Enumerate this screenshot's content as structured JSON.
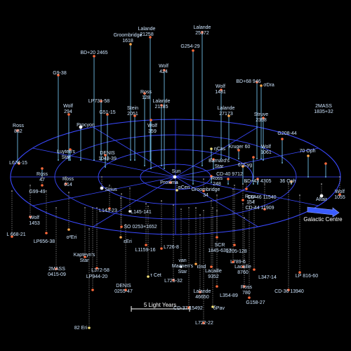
{
  "colors": {
    "background": "#000000",
    "grid": "#3a49ff",
    "stem_above": "#7fd3ff",
    "stem_below": "#9a9a9a",
    "label": "#cfe6ff",
    "star_g": "#f2e07a",
    "star_m": "#ff6a3a",
    "star_k": "#ffa84a",
    "star_a": "#ffffff",
    "galactic_arrow": "#3a5cff"
  },
  "galactic_centre": {
    "label": "Galactic Centre",
    "icon": "arrow-right-icon"
  },
  "scale_bar": {
    "label": "5 Light Years"
  },
  "stars": [
    {
      "id": "sun",
      "name": "Sun",
      "color": "#ffffff"
    },
    {
      "id": "proxima",
      "name": "Proxima",
      "color": "#ff6a3a"
    },
    {
      "id": "acen",
      "name": "αCen",
      "color": "#f2e07a"
    },
    {
      "id": "groombridge34",
      "name": "Groombridge\n34",
      "color": "#ff6a3a"
    },
    {
      "id": "barnard",
      "name": "Barnard's\nStar",
      "color": "#ff6a3a"
    },
    {
      "id": "ross248",
      "name": "Ross\n248",
      "color": "#ff6a3a"
    },
    {
      "id": "cd409712",
      "name": "CD-40 9712",
      "color": "#ff6a3a"
    },
    {
      "id": "bd434305",
      "name": "BD+43 4305",
      "color": "#ff6a3a"
    },
    {
      "id": "ross154",
      "name": "Ross\n154",
      "color": "#ff6a3a"
    },
    {
      "id": "61cyg",
      "name": "61Cyg",
      "color": "#ffa84a"
    },
    {
      "id": "kruger60",
      "name": "Kruger 60",
      "color": "#ff6a3a"
    },
    {
      "id": "wolf1061",
      "name": "Wolf\n1061",
      "color": "#ff6a3a"
    },
    {
      "id": "36oph",
      "name": "36 Oph",
      "color": "#ffa84a"
    },
    {
      "id": "70oph",
      "name": "70 Oph",
      "color": "#ffa84a"
    },
    {
      "id": "altair",
      "name": "Altair",
      "color": "#ffffff"
    },
    {
      "id": "wolf1055",
      "name": "Wolf\n1055",
      "color": "#ff6a3a"
    },
    {
      "id": "g20844",
      "name": "G208-44",
      "color": "#ff6a3a"
    },
    {
      "id": "2mass1835",
      "name": "2MASS\n1835+32",
      "color": "#ff6a3a"
    },
    {
      "id": "struve2398",
      "name": "Struve\n2398",
      "color": "#ff6a3a"
    },
    {
      "id": "lalande27173",
      "name": "Lalande\n27173",
      "color": "#ffa84a"
    },
    {
      "id": "wolf1481",
      "name": "Wolf\n1481",
      "color": "#ff6a3a"
    },
    {
      "id": "bd68946",
      "name": "BD+68 946",
      "color": "#ff6a3a"
    },
    {
      "id": "sdra",
      "name": "σDra",
      "color": "#ffa84a"
    },
    {
      "id": "eta_cas",
      "name": "ηCas",
      "color": "#f2e07a"
    },
    {
      "id": "g25429",
      "name": "G254-29",
      "color": "#ff6a3a"
    },
    {
      "id": "lalande25372",
      "name": "Lalande\n25372",
      "color": "#ff6a3a"
    },
    {
      "id": "lalande21258",
      "name": "Lalande\n21258",
      "color": "#ff6a3a"
    },
    {
      "id": "groombridge1618",
      "name": "Groombridge\n1618",
      "color": "#ffa84a"
    },
    {
      "id": "wolf424",
      "name": "Wolf\n424",
      "color": "#ff6a3a"
    },
    {
      "id": "bd202465",
      "name": "BD+20 2465",
      "color": "#ff6a3a"
    },
    {
      "id": "ross128",
      "name": "Ross\n128",
      "color": "#ff6a3a"
    },
    {
      "id": "lalande21185",
      "name": "Lalande\n21185",
      "color": "#ff6a3a"
    },
    {
      "id": "stein2051",
      "name": "Stein\n2051",
      "color": "#ff6a3a"
    },
    {
      "id": "wolf359",
      "name": "Wolf\n359",
      "color": "#ff6a3a"
    },
    {
      "id": "g938",
      "name": "G9-38",
      "color": "#ff6a3a"
    },
    {
      "id": "lp73158",
      "name": "LP731-58",
      "color": "#ff6a3a"
    },
    {
      "id": "g5115",
      "name": "G51-15",
      "color": "#ff6a3a"
    },
    {
      "id": "wolf294",
      "name": "Wolf\n294",
      "color": "#ff6a3a"
    },
    {
      "id": "ross882",
      "name": "Ross\n882",
      "color": "#ff6a3a"
    },
    {
      "id": "procyon",
      "name": "Procyon",
      "color": "#ffffff"
    },
    {
      "id": "luyten",
      "name": "Luyten's\nStar",
      "color": "#ff6a3a"
    },
    {
      "id": "denis1048",
      "name": "DENIS\n1048-39",
      "color": "#ff6a3a"
    },
    {
      "id": "l67415",
      "name": "L674-15",
      "color": "#ff6a3a"
    },
    {
      "id": "ross47",
      "name": "Ross\n47",
      "color": "#ff6a3a"
    },
    {
      "id": "g9949",
      "name": "G99-49",
      "color": "#ff6a3a"
    },
    {
      "id": "ross614",
      "name": "Ross\n614",
      "color": "#ff6a3a"
    },
    {
      "id": "sirius",
      "name": "Sirius",
      "color": "#ffffff"
    },
    {
      "id": "wolf1453",
      "name": "Wolf\n1453",
      "color": "#ff6a3a"
    },
    {
      "id": "l66021",
      "name": "L 668-21",
      "color": "#ff6a3a"
    },
    {
      "id": "lp65638",
      "name": "LP656-38",
      "color": "#ff6a3a"
    },
    {
      "id": "2mass0415",
      "name": "2MASS\n0415-09",
      "color": "#ff6a3a"
    },
    {
      "id": "o2eri",
      "name": "o²Eri",
      "color": "#ffa84a"
    },
    {
      "id": "kapteyn",
      "name": "Kapteyn's\nStar",
      "color": "#ff6a3a"
    },
    {
      "id": "l37258",
      "name": "L372-58",
      "color": "#ff6a3a"
    },
    {
      "id": "lp94420",
      "name": "LP944-20",
      "color": "#ff6a3a"
    },
    {
      "id": "denis0255",
      "name": "DENIS\n0255-47",
      "color": "#ff6a3a"
    },
    {
      "id": "82eri",
      "name": "82 Eri",
      "color": "#f2e07a"
    },
    {
      "id": "l14323",
      "name": "L143-23",
      "color": "#ff6a3a"
    },
    {
      "id": "l145141",
      "name": "L145-141",
      "color": "#ffffff"
    },
    {
      "id": "so0253",
      "name": "SO 0253+1652",
      "color": "#ff6a3a"
    },
    {
      "id": "eeri",
      "name": "εEri",
      "color": "#ffa84a"
    },
    {
      "id": "l115916",
      "name": "L1159-16",
      "color": "#ff6a3a"
    },
    {
      "id": "tcet",
      "name": "τ Cet",
      "color": "#f2e07a"
    },
    {
      "id": "l7268",
      "name": "L726-8",
      "color": "#ff6a3a"
    },
    {
      "id": "l72532",
      "name": "L725-32",
      "color": "#ff6a3a"
    },
    {
      "id": "vanmaanen",
      "name": "van\nMaanen's\nStar",
      "color": "#ffffff"
    },
    {
      "id": "scr1845",
      "name": "SCR\n1845-6357",
      "color": "#ff6a3a"
    },
    {
      "id": "l789_6",
      "name": "L789-6",
      "color": "#ff6a3a"
    },
    {
      "id": "lacaille9352",
      "name": "Lacaille\n9352",
      "color": "#ff6a3a"
    },
    {
      "id": "eind",
      "name": "εInd",
      "color": "#ffa84a"
    },
    {
      "id": "lacaille8760",
      "name": "Lacaille\n8760",
      "color": "#ff6a3a"
    },
    {
      "id": "l205128",
      "name": "L205-128",
      "color": "#ff6a3a"
    },
    {
      "id": "cd4611540",
      "name": "CD-46 11540",
      "color": "#ff6a3a"
    },
    {
      "id": "cd4411909",
      "name": "CD-44 11909",
      "color": "#ff6a3a"
    },
    {
      "id": "l34714",
      "name": "L347-14",
      "color": "#ff6a3a"
    },
    {
      "id": "lp81660",
      "name": "LP 816-60",
      "color": "#ff6a3a"
    },
    {
      "id": "cd3613940",
      "name": "CD-36 13940",
      "color": "#ff6a3a"
    },
    {
      "id": "ross780",
      "name": "Ross\n780",
      "color": "#ff6a3a"
    },
    {
      "id": "l35489",
      "name": "L354-89",
      "color": "#ff6a3a"
    },
    {
      "id": "g15827",
      "name": "G158-27",
      "color": "#ff6a3a"
    },
    {
      "id": "lalande46650",
      "name": "Lalande\n46650",
      "color": "#ff6a3a"
    },
    {
      "id": "cd3715492",
      "name": "CD-37 15492",
      "color": "#ff6a3a"
    },
    {
      "id": "dpav",
      "name": "δPav",
      "color": "#f2e07a"
    },
    {
      "id": "l72222",
      "name": "L722-22",
      "color": "#ff6a3a"
    }
  ]
}
